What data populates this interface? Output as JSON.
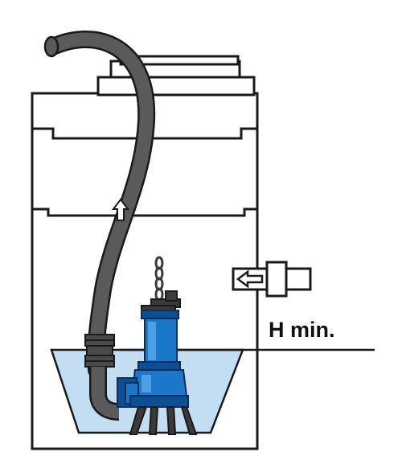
{
  "labels": {
    "min_water_level": "H min."
  },
  "colors": {
    "water": "#c3def2",
    "pump_body": "#1a77c9",
    "pump_dark": "#0c4f94",
    "hose": "#5a5a5a",
    "outline": "#1a1a1a",
    "chain": "#3a3a3a"
  },
  "icons": {
    "flow_arrow_pipe": "arrow-up",
    "flow_arrow_inlet": "arrow-left"
  }
}
